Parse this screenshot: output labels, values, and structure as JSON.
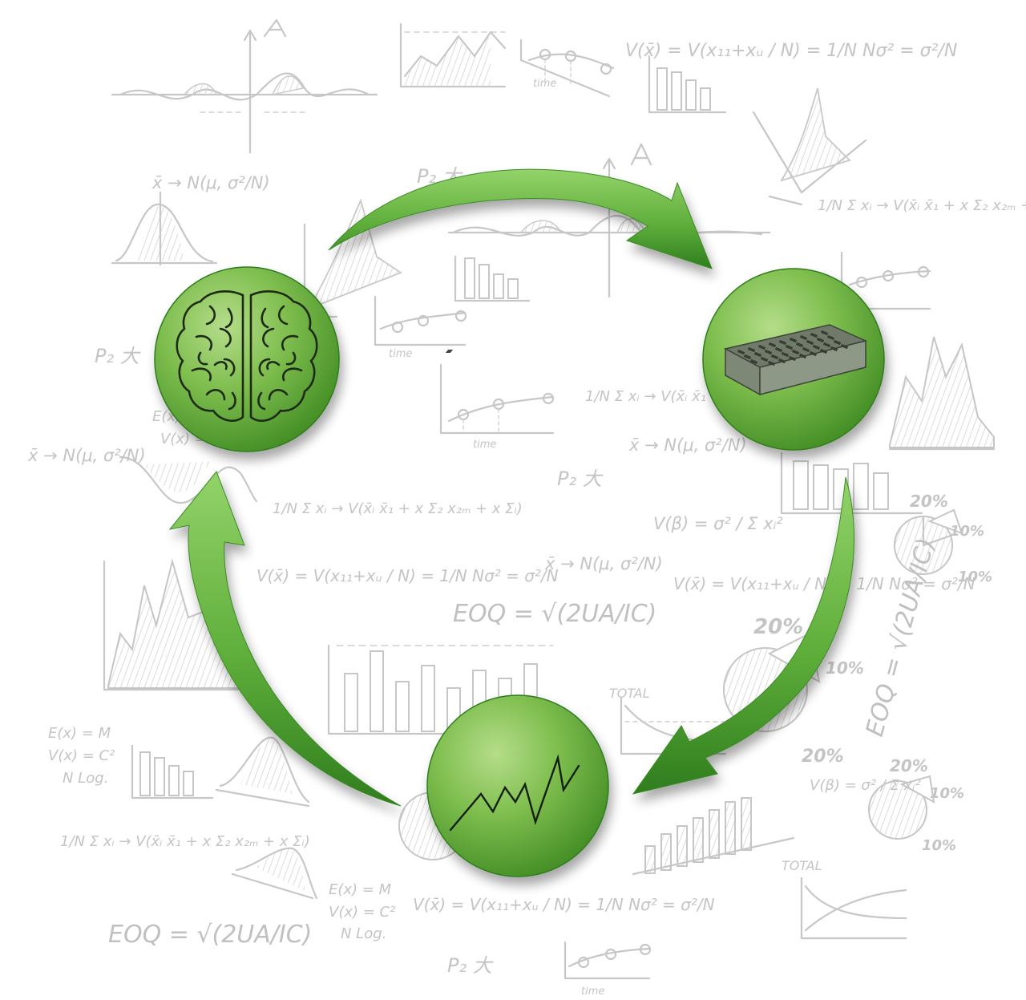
{
  "diagram": {
    "nodes": [
      {
        "id": "brain",
        "icon": "brain-icon"
      },
      {
        "id": "brick",
        "icon": "brick-icon"
      },
      {
        "id": "trend",
        "icon": "zigzag-trend-icon"
      }
    ],
    "arrows": [
      {
        "from": "brain",
        "to": "brick"
      },
      {
        "from": "brick",
        "to": "trend"
      },
      {
        "from": "trend",
        "to": "brain"
      }
    ],
    "colors": {
      "node_light": "#8cc85a",
      "node_dark": "#3f8a22",
      "arrow_light": "#7cc555",
      "arrow_dark": "#2f7d1e",
      "sketch": "#c7c7c7"
    }
  },
  "background_formulas": [
    "V(x̄) = V(x₁₁+xᵤ / N) = 1/N Nσ² = σ²/N",
    "x̄ → N(μ, σ²/N)",
    "1/N Σ xᵢ → V(x̄ᵢ x̄₁ + x Σ₂ x₂ₘ + x Σᵢ)",
    "EOQ = √(2UA/IC)",
    "E(x) = M",
    "V(x) = C²",
    "N Log.",
    "V(β) = σ² / Σ xᵢ²",
    "P₂ 大",
    "20%",
    "10%",
    "TOTAL",
    "time"
  ]
}
